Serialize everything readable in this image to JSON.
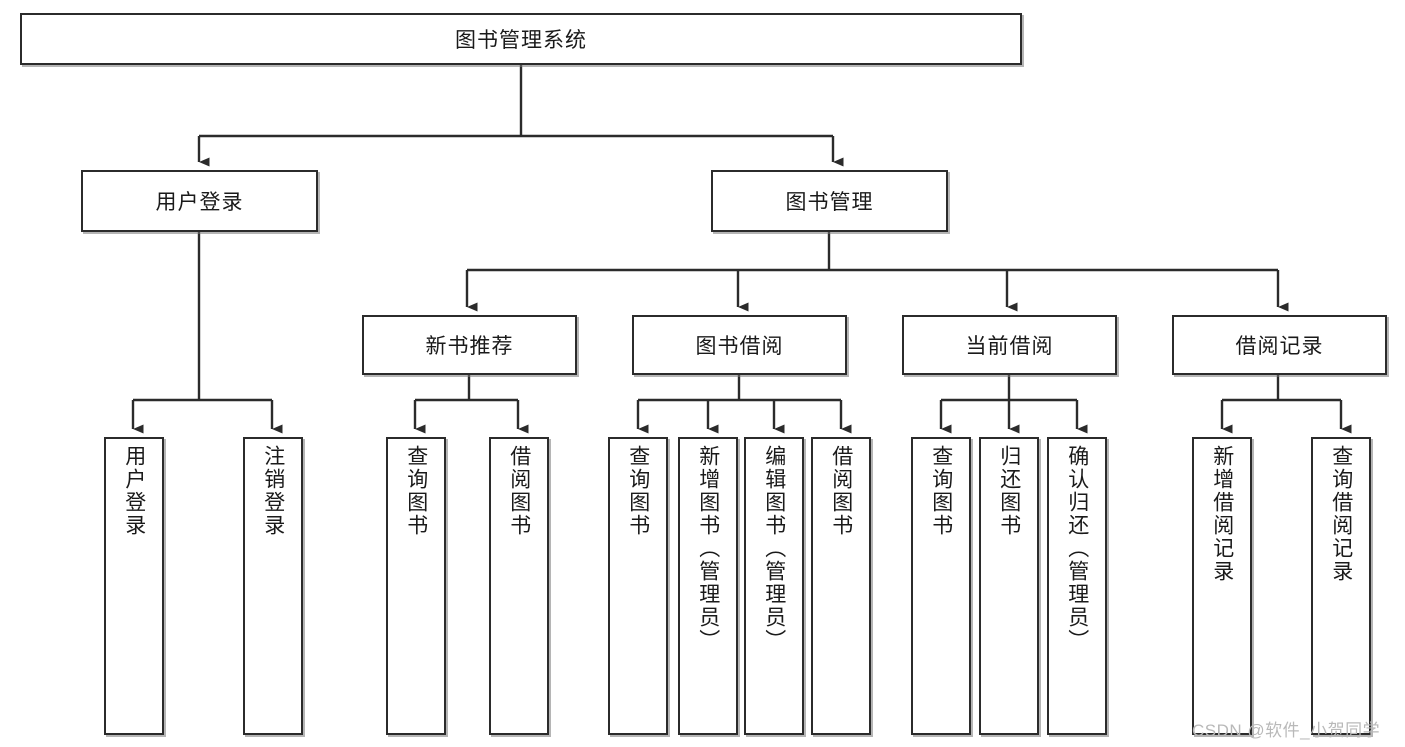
{
  "diagram": {
    "type": "tree-hierarchy",
    "title": "图书管理系统",
    "root": {
      "id": "root",
      "label": "图书管理系统",
      "shape": "rect-horizontal"
    },
    "level2": [
      {
        "id": "user-login",
        "label": "用户登录",
        "shape": "rect-horizontal"
      },
      {
        "id": "book-manage",
        "label": "图书管理",
        "shape": "rect-horizontal"
      }
    ],
    "level3": [
      {
        "id": "new-book-recommend",
        "label": "新书推荐",
        "shape": "rect-horizontal",
        "parent": "book-manage"
      },
      {
        "id": "book-borrow",
        "label": "图书借阅",
        "shape": "rect-horizontal",
        "parent": "book-manage"
      },
      {
        "id": "current-borrow",
        "label": "当前借阅",
        "shape": "rect-horizontal",
        "parent": "book-manage"
      },
      {
        "id": "borrow-record",
        "label": "借阅记录",
        "shape": "rect-horizontal",
        "parent": "book-manage"
      }
    ],
    "leaves": [
      {
        "id": "leaf-user-login",
        "label": "用户登录",
        "parent": "user-login",
        "align": "center"
      },
      {
        "id": "leaf-logout-login",
        "label": "注销登录",
        "parent": "user-login",
        "align": "center"
      },
      {
        "id": "leaf-query-book-1",
        "label": "查询图书",
        "parent": "new-book-recommend",
        "align": "center"
      },
      {
        "id": "leaf-borrow-book-1",
        "label": "借阅图书",
        "parent": "new-book-recommend",
        "align": "center"
      },
      {
        "id": "leaf-query-book-2",
        "label": "查询图书",
        "parent": "book-borrow",
        "align": "center"
      },
      {
        "id": "leaf-add-book-admin",
        "label": "新增图书（管理员）",
        "parent": "book-borrow",
        "align": "top"
      },
      {
        "id": "leaf-edit-book-admin",
        "label": "编辑图书（管理员）",
        "parent": "book-borrow",
        "align": "top"
      },
      {
        "id": "leaf-borrow-book-2",
        "label": "借阅图书",
        "parent": "book-borrow",
        "align": "center"
      },
      {
        "id": "leaf-query-book-3",
        "label": "查询图书",
        "parent": "current-borrow",
        "align": "center"
      },
      {
        "id": "leaf-return-book",
        "label": "归还图书",
        "parent": "current-borrow",
        "align": "center"
      },
      {
        "id": "leaf-confirm-return-admin",
        "label": "确认归还（管理员）",
        "parent": "current-borrow",
        "align": "top"
      },
      {
        "id": "leaf-add-borrow-record",
        "label": "新增借阅记录",
        "parent": "borrow-record",
        "align": "center"
      },
      {
        "id": "leaf-query-borrow-record",
        "label": "查询借阅记录",
        "parent": "borrow-record",
        "align": "center"
      }
    ]
  },
  "watermark": {
    "text": "CSDN @软件_小贺同学"
  },
  "colors": {
    "stroke": "#2b2b2b",
    "fill": "#ffffff",
    "text": "#1a1a1a",
    "shadow": "#787878",
    "watermark": "#b9b9b9"
  }
}
